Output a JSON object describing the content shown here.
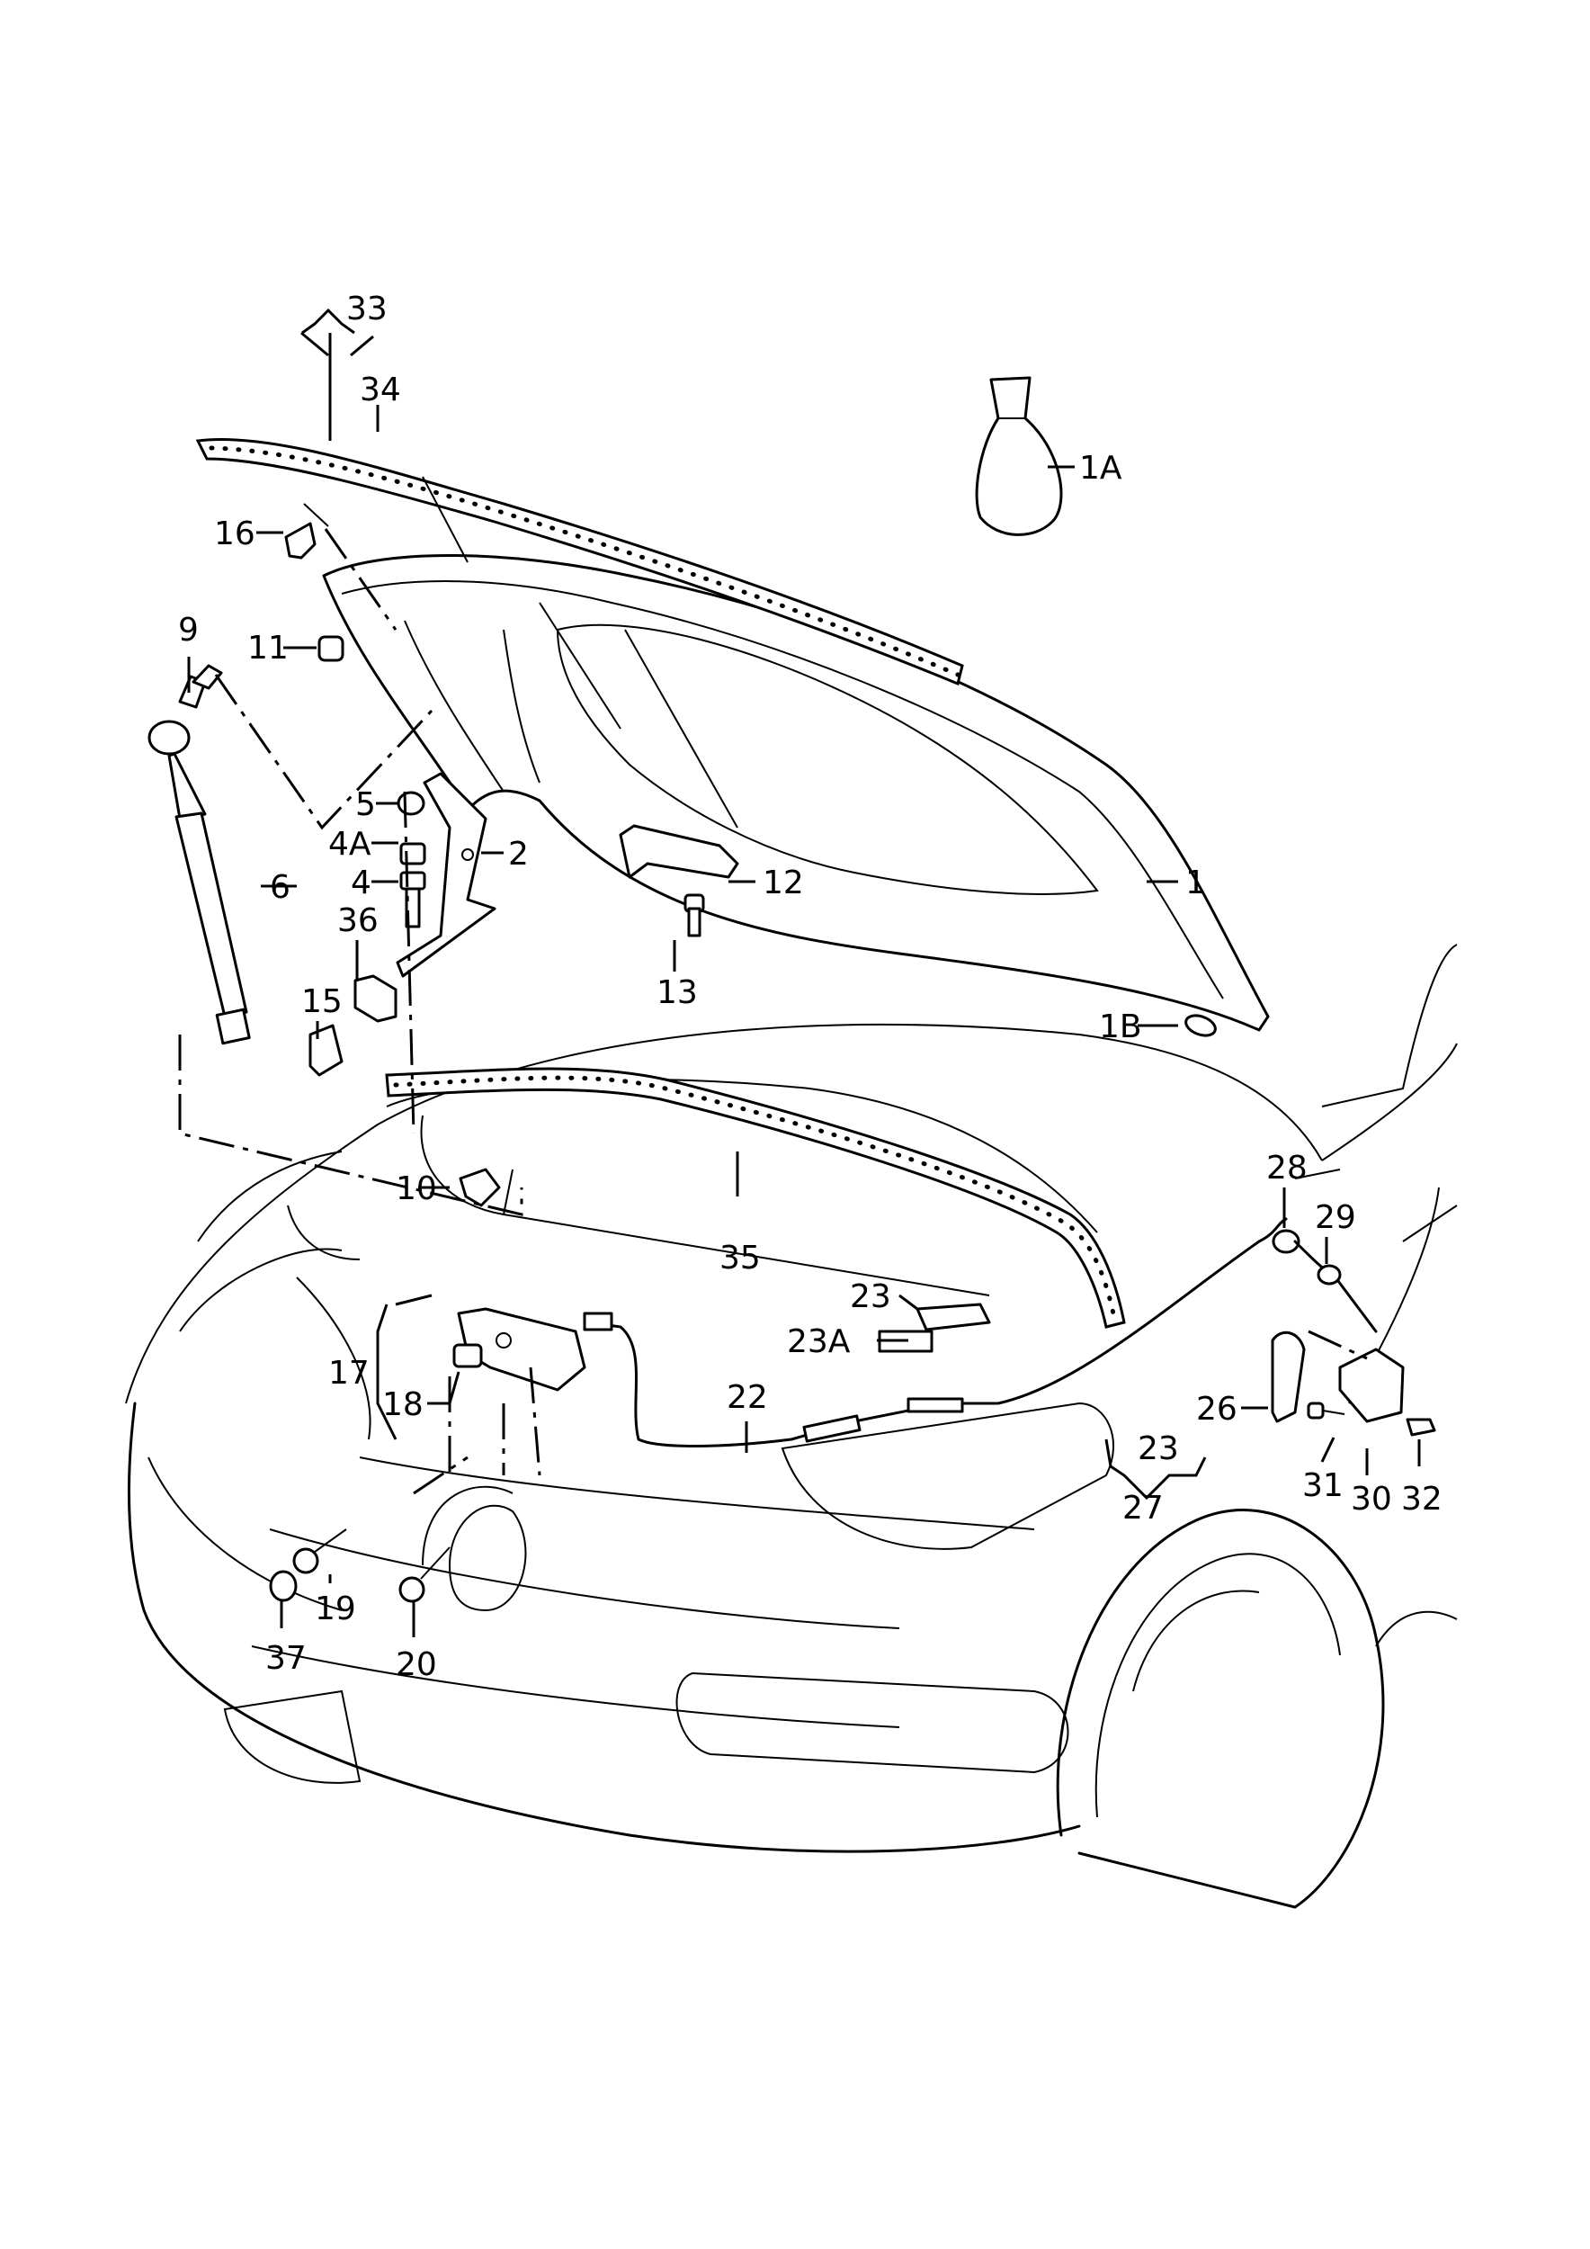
{
  "diagram": {
    "title": "Hood / bonnet assembly exploded parts diagram",
    "callouts": [
      {
        "id": "33",
        "text": "33"
      },
      {
        "id": "34",
        "text": "34"
      },
      {
        "id": "1A",
        "text": "1A"
      },
      {
        "id": "16",
        "text": "16"
      },
      {
        "id": "9",
        "text": "9"
      },
      {
        "id": "11",
        "text": "11"
      },
      {
        "id": "5",
        "text": "5"
      },
      {
        "id": "4A",
        "text": "4A"
      },
      {
        "id": "4",
        "text": "4"
      },
      {
        "id": "2",
        "text": "2"
      },
      {
        "id": "6",
        "text": "6"
      },
      {
        "id": "12",
        "text": "12"
      },
      {
        "id": "1",
        "text": "1"
      },
      {
        "id": "13",
        "text": "13"
      },
      {
        "id": "36",
        "text": "36"
      },
      {
        "id": "15",
        "text": "15"
      },
      {
        "id": "1B",
        "text": "1B"
      },
      {
        "id": "28",
        "text": "28"
      },
      {
        "id": "29",
        "text": "29"
      },
      {
        "id": "10",
        "text": "10"
      },
      {
        "id": "35",
        "text": "35"
      },
      {
        "id": "23",
        "text": "23"
      },
      {
        "id": "23A",
        "text": "23A"
      },
      {
        "id": "17",
        "text": "17"
      },
      {
        "id": "18",
        "text": "18"
      },
      {
        "id": "22",
        "text": "22"
      },
      {
        "id": "26",
        "text": "26"
      },
      {
        "id": "23b",
        "text": "23"
      },
      {
        "id": "27",
        "text": "27"
      },
      {
        "id": "31",
        "text": "31"
      },
      {
        "id": "30",
        "text": "30"
      },
      {
        "id": "32",
        "text": "32"
      },
      {
        "id": "19",
        "text": "19"
      },
      {
        "id": "37",
        "text": "37"
      },
      {
        "id": "20",
        "text": "20"
      }
    ]
  }
}
